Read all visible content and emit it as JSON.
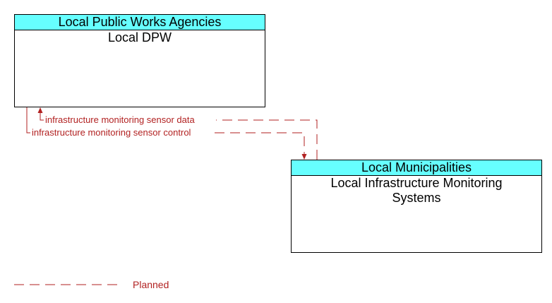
{
  "nodes": {
    "dpw": {
      "group": "Local Public Works Agencies",
      "name": "Local DPW"
    },
    "lims": {
      "group": "Local Municipalities",
      "name_line1": "Local Infrastructure Monitoring",
      "name_line2": "Systems"
    }
  },
  "flows": [
    {
      "label": "infrastructure monitoring sensor data",
      "from": "Local Infrastructure Monitoring Systems",
      "to": "Local DPW",
      "status": "Planned"
    },
    {
      "label": "infrastructure monitoring sensor control",
      "from": "Local DPW",
      "to": "Local Infrastructure Monitoring Systems",
      "status": "Planned"
    }
  ],
  "legend": {
    "planned_label": "Planned"
  },
  "colors": {
    "header": "#66ffff",
    "flow": "#b22222"
  }
}
